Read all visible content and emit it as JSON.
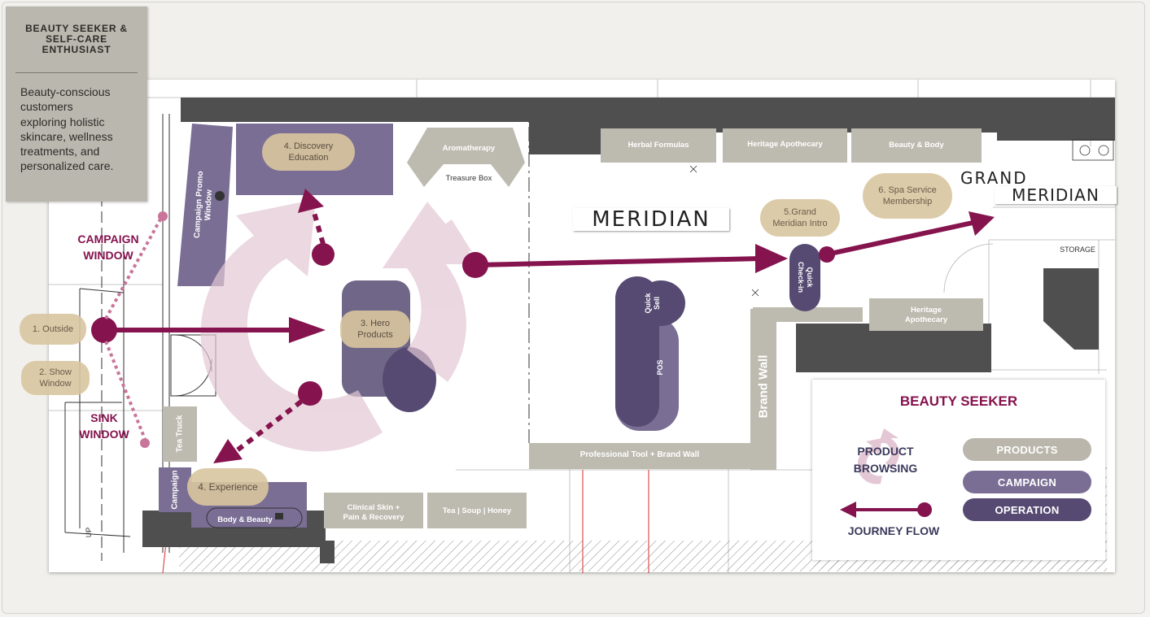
{
  "colors": {
    "journey": "#85134e",
    "product": "#bab6ab",
    "campaign": "#7a6e94",
    "operation": "#564a72",
    "discovery_pill": "#d9c6a0",
    "browsing_ring": "#e3c7d4",
    "wall": "#4f4f50"
  },
  "persona": {
    "title": "BEAUTY SEEKER &\nSELF-CARE\nENTHUSIAST",
    "description": "Beauty-conscious\ncustomers\nexploring holistic\nskincare, wellness\ntreatments, and\npersonalized care."
  },
  "side_labels": {
    "campaign_window": "CAMPAIGN\nWINDOW",
    "sink_window": "SINK\nWINDOW"
  },
  "journey_steps": {
    "outside": "1. Outside",
    "show_window": "2. Show\nWindow",
    "hero_products": "3. Hero\nProducts",
    "discovery_education": "4. Discovery\nEducation",
    "experience": "4. Experience",
    "grand_meridian_intro": "5.Grand\nMeridian Intro",
    "spa_membership": "6. Spa Service\nMembership"
  },
  "fixtures": {
    "aromatherapy": "Aromatherapy",
    "treasure_box": "Treasure Box",
    "herbal_formulas": "Herbal Formulas",
    "heritage_apothecary_top": "Heritage Apothecary",
    "beauty_body_top": "Beauty & Body",
    "heritage_apothecary_mid": "Heritage\nApothecary",
    "campaign_promo_window": "Campaign Promo\nWindow",
    "tea_truck": "Tea Truck",
    "campaign_small": "Campaign",
    "body_beauty": "Body & Beauty",
    "clinical_skin": "Clinical Skin +\nPain & Recovery",
    "tea_soup_honey": "Tea | Soup | Honey",
    "professional_tool_wall": "Professional Tool + Brand Wall",
    "brand_wall": "Brand Wall",
    "quick_sell": "Quick\nSell",
    "pos": "POS",
    "quick_checkin": "Quick\nCheck-in",
    "storage": "STORAGE",
    "up": "UP"
  },
  "brands": {
    "meridian": "MERIDIAN",
    "grand": "GRAND",
    "grand_meridian": "MERIDIAN"
  },
  "legend": {
    "title": "BEAUTY SEEKER",
    "product_browsing": "PRODUCT\nBROWSING",
    "journey_flow": "JOURNEY FLOW",
    "products": "PRODUCTS",
    "campaign": "CAMPAIGN",
    "operation": "OPERATION"
  }
}
